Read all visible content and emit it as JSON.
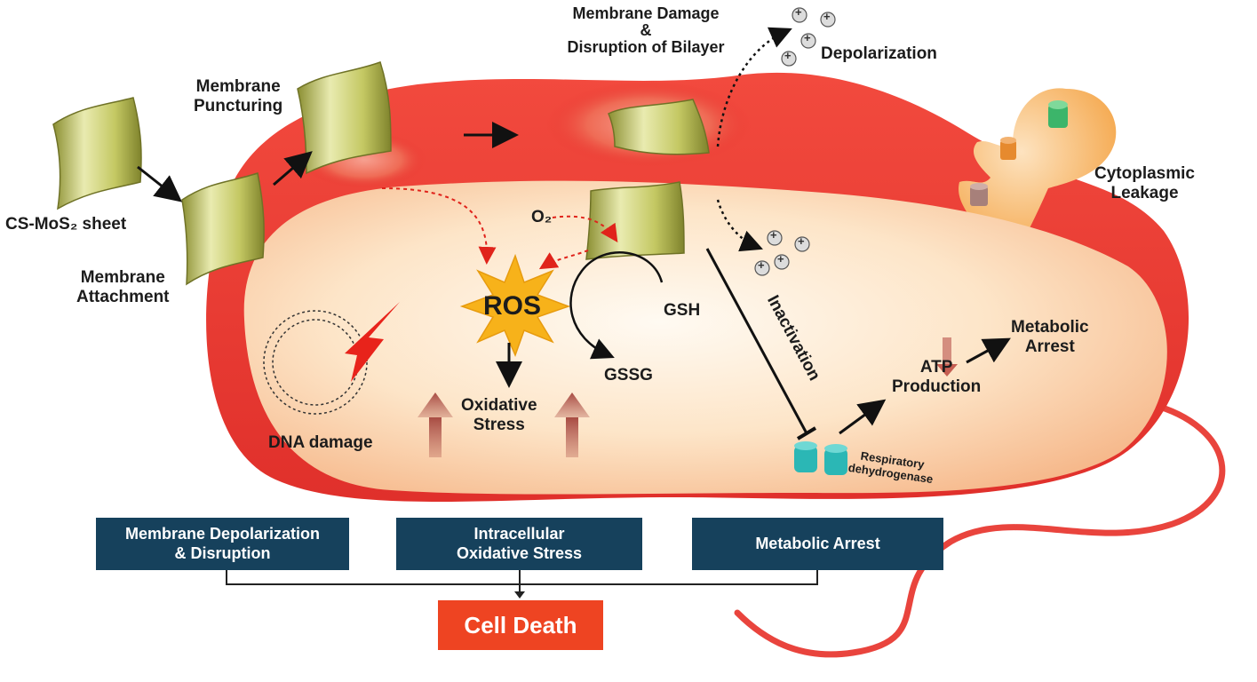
{
  "labels": {
    "cs_mos2_sheet": "CS-MoS₂ sheet",
    "membrane_attachment_1": "Membrane",
    "membrane_attachment_2": "Attachment",
    "membrane_puncturing_1": "Membrane",
    "membrane_puncturing_2": "Puncturing",
    "membrane_damage_1": "Membrane Damage",
    "membrane_damage_2": "&",
    "membrane_damage_3": "Disruption of Bilayer",
    "depolarization": "Depolarization",
    "cytoplasmic_leakage_1": "Cytoplasmic",
    "cytoplasmic_leakage_2": "Leakage",
    "o2": "O₂",
    "ros": "ROS",
    "gsh": "GSH",
    "gssg": "GSSG",
    "oxidative_stress_1": "Oxidative",
    "oxidative_stress_2": "Stress",
    "dna_damage": "DNA damage",
    "inactivation": "Inactivation",
    "atp_production_1": "ATP",
    "atp_production_2": "Production",
    "metabolic_arrest_1": "Metabolic",
    "metabolic_arrest_2": "Arrest",
    "respiratory_1": "Respiratory",
    "respiratory_2": "dehydrogenase",
    "ion_symbol": "+"
  },
  "outcomes": {
    "membrane_1": "Membrane Depolarization",
    "membrane_2": "& Disruption",
    "oxidative_1": "Intracellular",
    "oxidative_2": "Oxidative Stress",
    "metabolic": "Metabolic Arrest",
    "cell_death": "Cell Death"
  },
  "colors": {
    "membrane_red": "#e8322e",
    "cytoplasm": "#fde2c4",
    "outcome_box": "#16415c",
    "cell_death_box": "#ee4422",
    "sheet": "#c9cc6a",
    "ros_star": "#f7b21a",
    "enzyme": "#2bb7b5"
  }
}
